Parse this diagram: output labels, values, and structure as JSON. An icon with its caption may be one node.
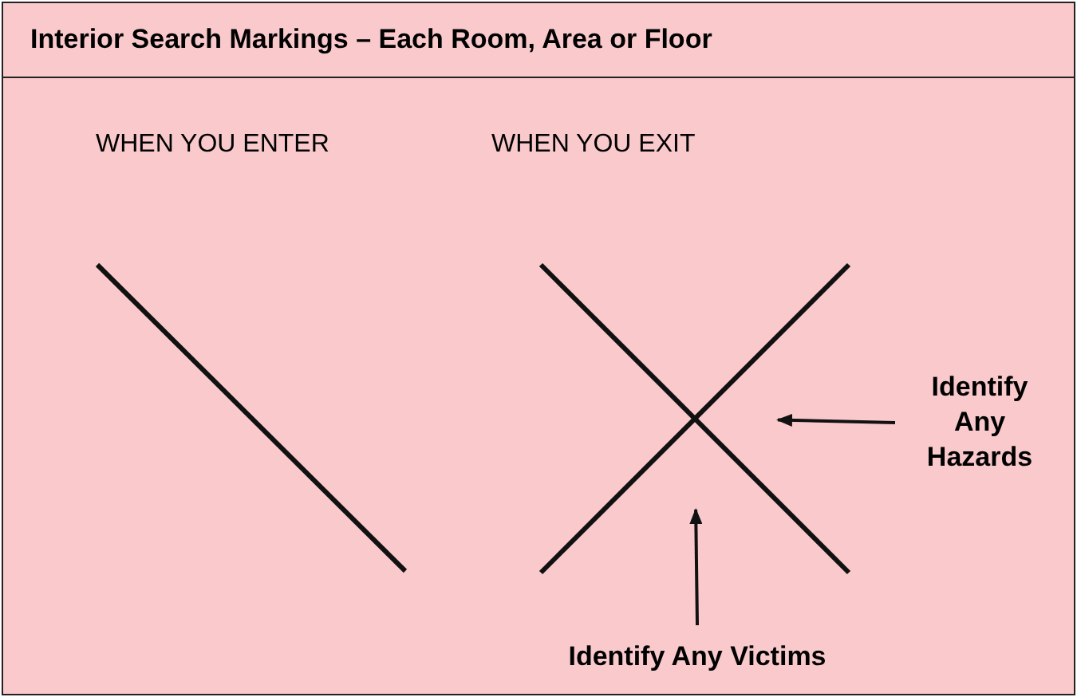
{
  "diagram": {
    "title": "Interior Search Markings – Each Room, Area or Floor",
    "nodes": [
      {
        "text": [
          "Identify Any Hazards"
        ]
      },
      {
        "text": [
          "Identify Any Victims"
        ]
      },
      {
        "text": [],
        "shape": "picture"
      }
    ],
    "edges": [
      {
        "from": 0,
        "to": 2,
        "arrow": "to"
      },
      {
        "from": 1,
        "to": 2,
        "arrow": "to"
      }
    ],
    "labels": [
      "WHEN YOU ENTER",
      "WHEN YOU EXIT"
    ]
  }
}
